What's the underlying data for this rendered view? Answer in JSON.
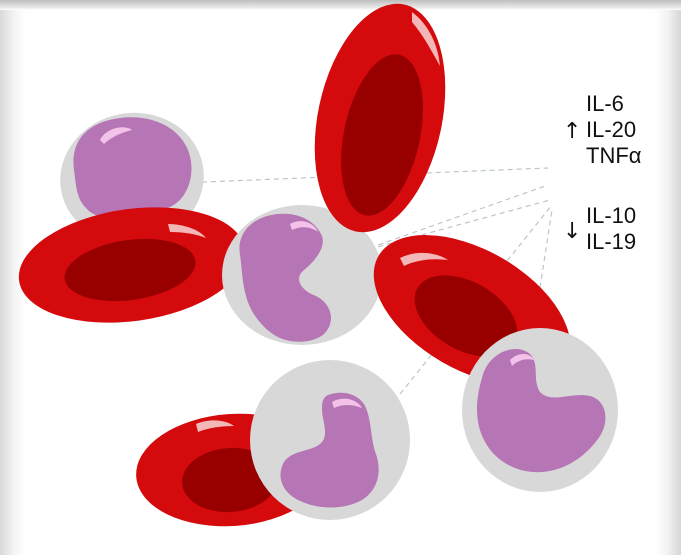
{
  "upregulated": {
    "arrow_icon": "arrow-up-icon",
    "items": [
      "IL-6",
      "IL-20",
      "TNFα"
    ]
  },
  "downregulated": {
    "arrow_icon": "arrow-down-icon",
    "items": [
      "IL-10",
      "IL-19"
    ]
  },
  "colors": {
    "rbc_outer": "#d50a0c",
    "rbc_inner": "#980000",
    "monocyte_cell": "#d8d8d9",
    "monocyte_nucleus": "#b675b4",
    "highlight": "#f2c2e8",
    "text": "#111111",
    "dashed_line": "#b9c6cc"
  }
}
